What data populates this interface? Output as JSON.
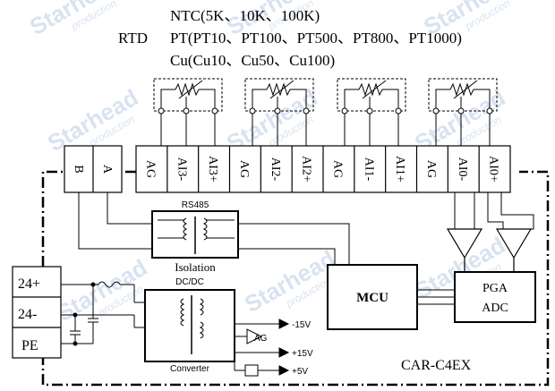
{
  "rtd": {
    "label": "RTD",
    "ntc": "NTC(5K、10K、100K)",
    "pt": "PT(PT10、PT100、PT500、PT800、PT1000)",
    "cu": "Cu(Cu10、Cu50、Cu100)"
  },
  "terminals": {
    "comm": [
      "B",
      "A"
    ],
    "analog": [
      "AG",
      "AI3-",
      "AI3+",
      "AG",
      "AI2-",
      "AI2+",
      "AG",
      "AI1-",
      "AI1+",
      "AG",
      "AI0-",
      "AI0+"
    ]
  },
  "power_terminals": [
    "24+",
    "24-",
    "PE"
  ],
  "blocks": {
    "rs485": "RS485",
    "isolation": "Isolation",
    "dcdc": "DC/DC",
    "converter": "Converter",
    "mcu": "MCU",
    "pga": "PGA",
    "adc": "ADC",
    "ag": "AG"
  },
  "outputs": [
    "-15V",
    "+15V",
    "+5V"
  ],
  "model": "CAR-C4EX",
  "watermark": {
    "brand": "Starhead",
    "sub": "production"
  }
}
